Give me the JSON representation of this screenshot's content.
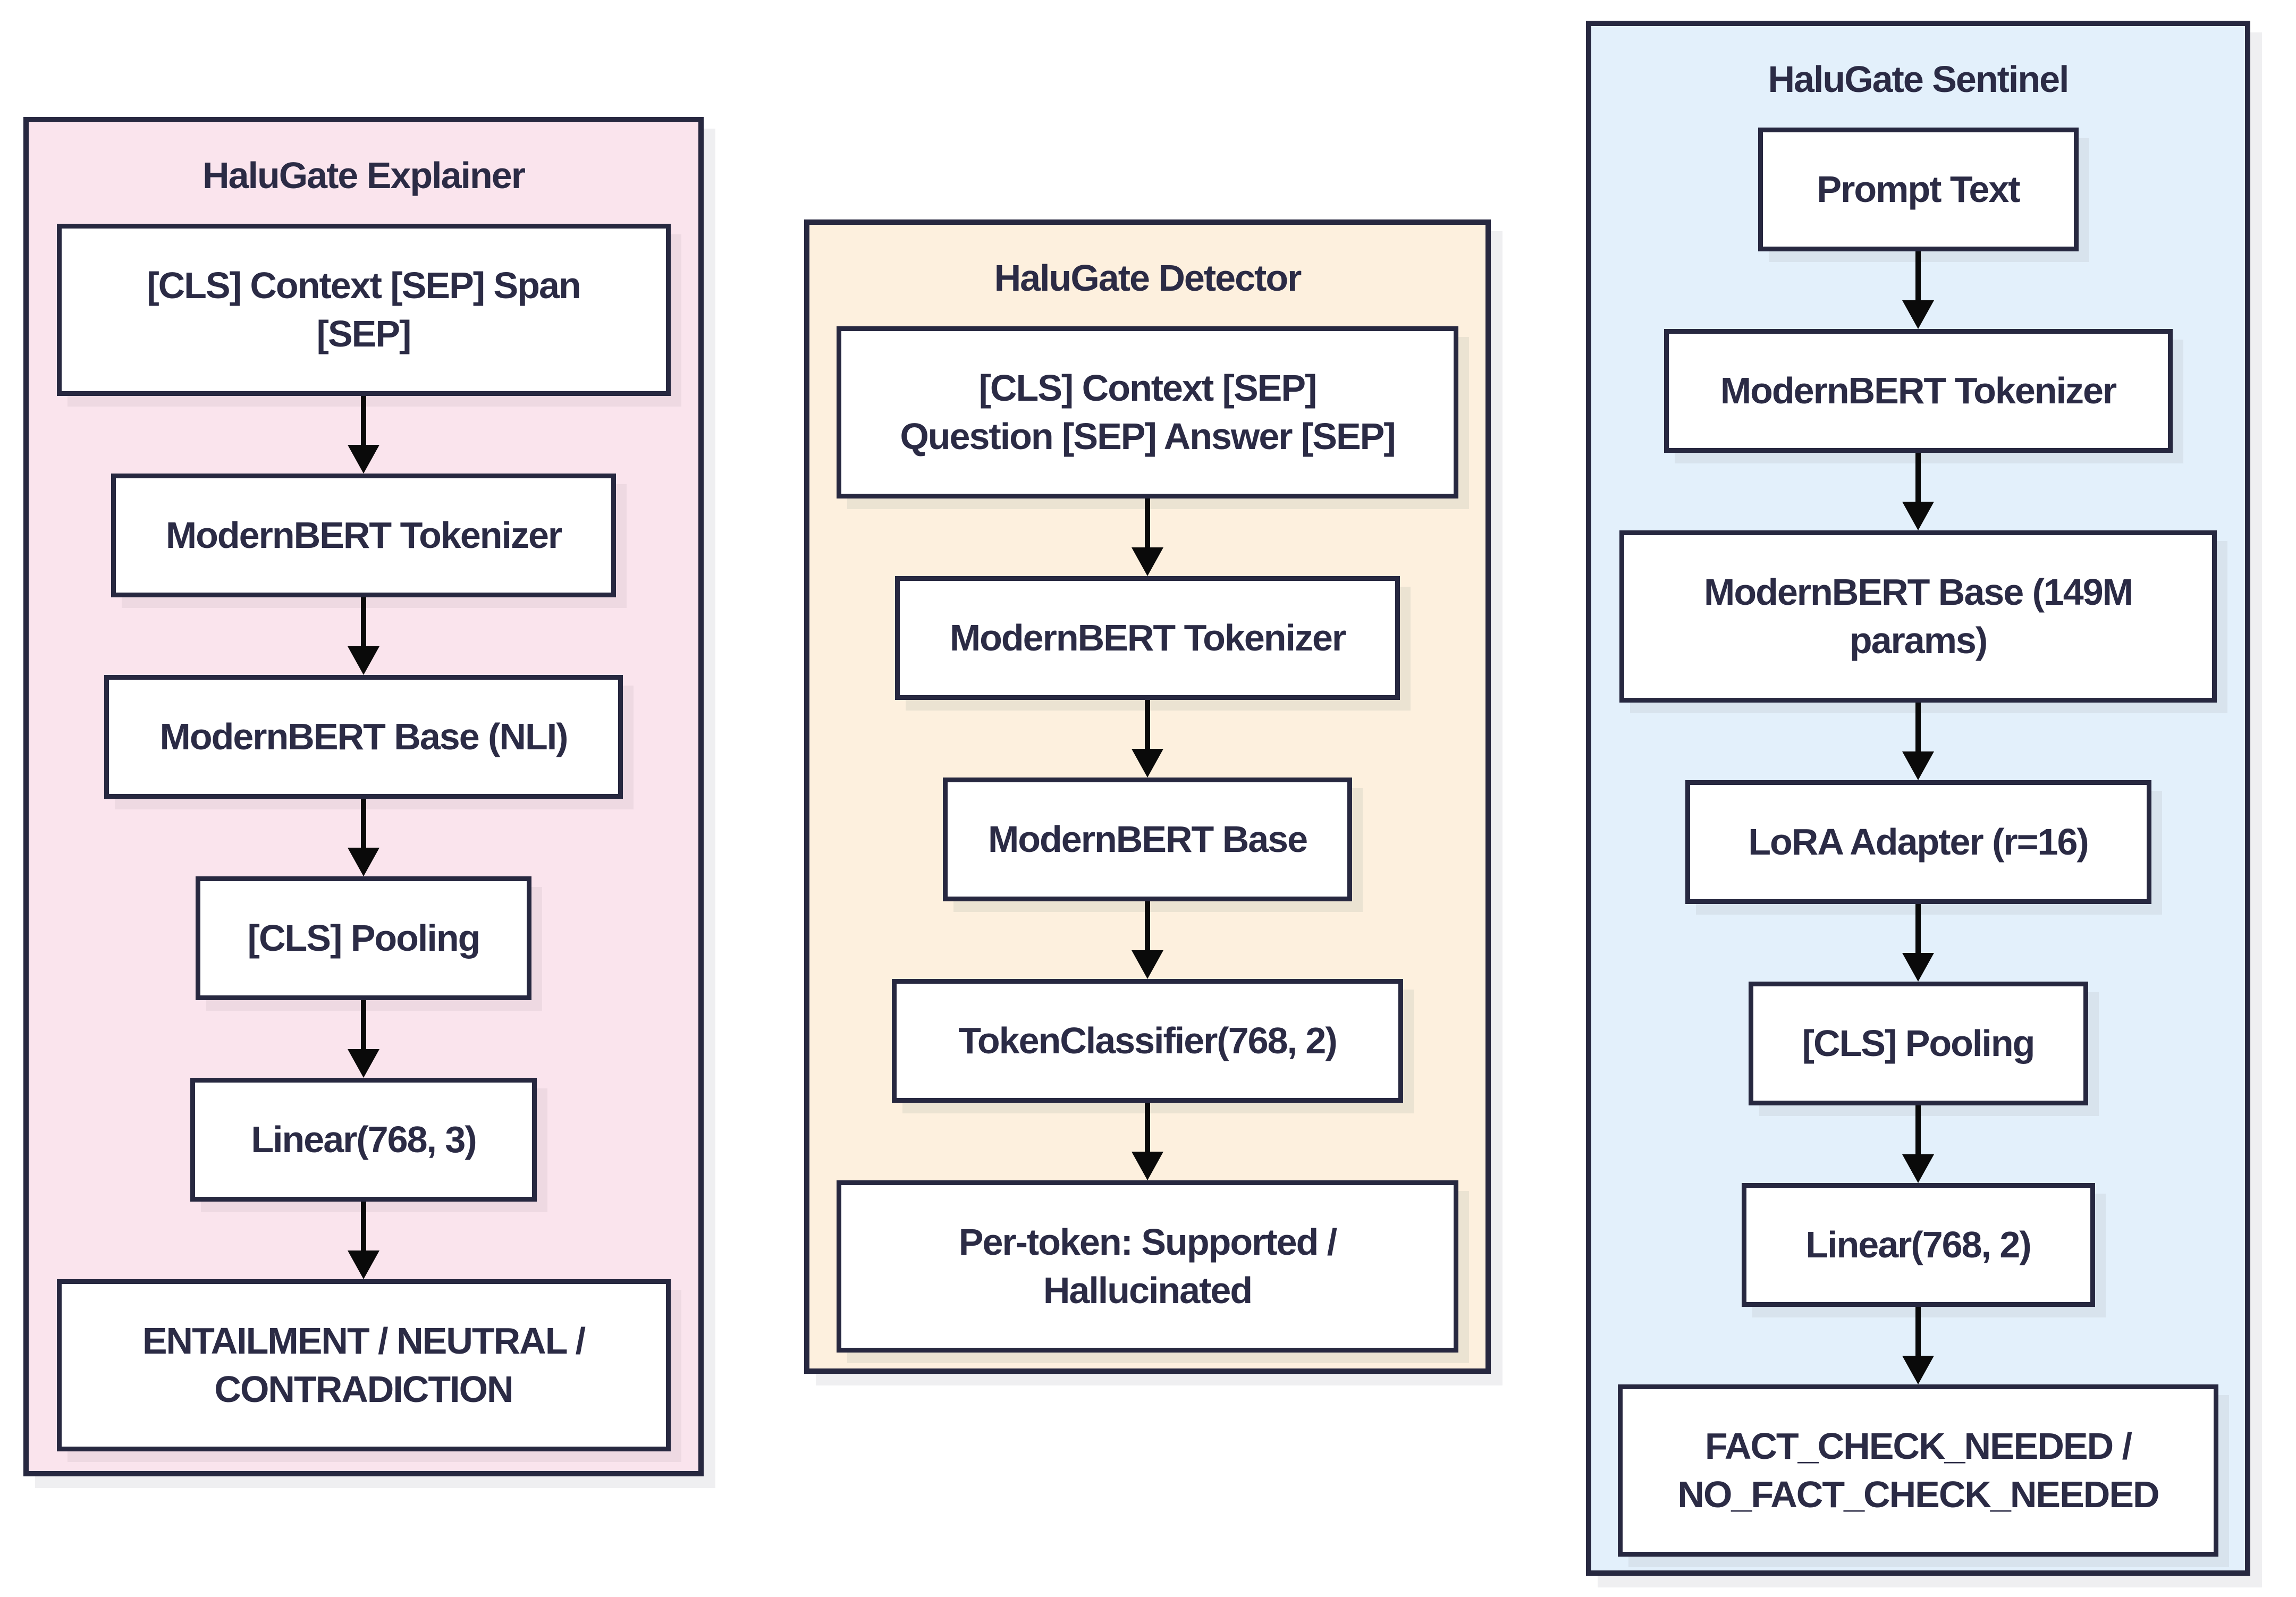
{
  "diagram": {
    "background": "#ffffff",
    "border_color": "#272840",
    "text_color": "#2b2b45",
    "arrow_color": "#0a0a0a",
    "container_shadow": "#efeff1"
  },
  "columns": [
    {
      "title": "HaluGate Explainer",
      "bg": "#fae4ed",
      "shadow": "#eed9e2",
      "boxes": [
        {
          "label": "[CLS] Context [SEP] Span\n[SEP]"
        },
        {
          "label": "ModernBERT Tokenizer"
        },
        {
          "label": "ModernBERT Base (NLI)"
        },
        {
          "label": "[CLS] Pooling"
        },
        {
          "label": "Linear(768, 3)"
        },
        {
          "label": "ENTAILMENT / NEUTRAL /\nCONTRADICTION"
        }
      ]
    },
    {
      "title": "HaluGate Detector",
      "bg": "#fdf0de",
      "shadow": "#ebe3d2",
      "boxes": [
        {
          "label": "[CLS] Context [SEP]\nQuestion [SEP] Answer [SEP]"
        },
        {
          "label": "ModernBERT Tokenizer"
        },
        {
          "label": "ModernBERT Base"
        },
        {
          "label": "TokenClassifier(768, 2)"
        },
        {
          "label": "Per-token: Supported /\nHallucinated"
        }
      ]
    },
    {
      "title": "HaluGate Sentinel",
      "bg": "#e3f0fb",
      "shadow": "#d8e3ed",
      "boxes": [
        {
          "label": "Prompt Text"
        },
        {
          "label": "ModernBERT Tokenizer"
        },
        {
          "label": "ModernBERT Base (149M\nparams)"
        },
        {
          "label": "LoRA Adapter (r=16)"
        },
        {
          "label": "[CLS] Pooling"
        },
        {
          "label": "Linear(768, 2)"
        },
        {
          "label": "FACT_CHECK_NEEDED /\nNO_FACT_CHECK_NEEDED"
        }
      ]
    }
  ]
}
